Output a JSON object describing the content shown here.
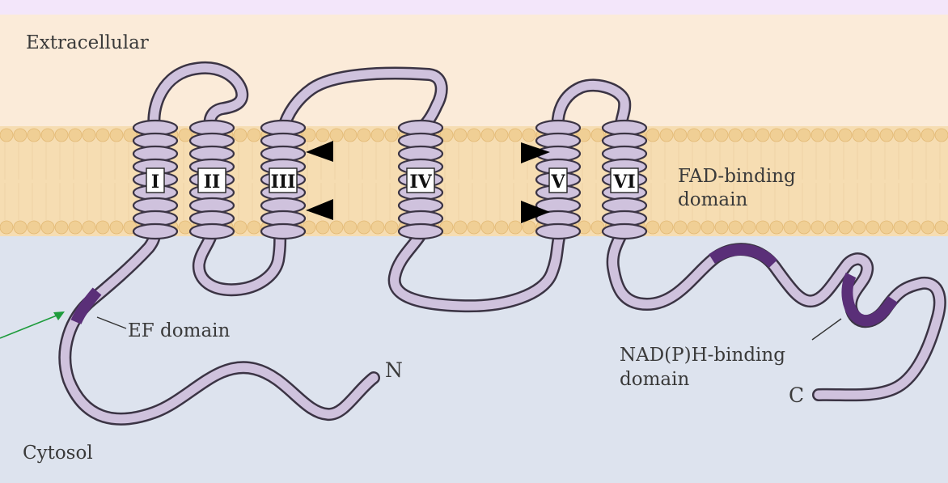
{
  "regions": {
    "extracellular": "Extracellular",
    "cytosol": "Cytosol"
  },
  "helices": [
    "I",
    "II",
    "III",
    "IV",
    "V",
    "VI"
  ],
  "labels": {
    "ef_domain": "EF domain",
    "fad_line1": "FAD-binding",
    "fad_line2": "domain",
    "nadph_line1": "NAD(P)H-binding",
    "nadph_line2": "domain",
    "n_terminus": "N",
    "c_terminus": "C"
  },
  "colors": {
    "frame": "#f3e6fa",
    "extracellular": "#fbebd9",
    "membrane": "#f6ddb2",
    "lipid_head": "#f0cf95",
    "cytosol": "#dde3ee",
    "chain_fill": "#cfc2dd",
    "chain_outline": "#3b3444",
    "domain_highlight": "#5a2f78",
    "arrow_green": "#1e9c3c",
    "heme_marker": "#000000"
  }
}
